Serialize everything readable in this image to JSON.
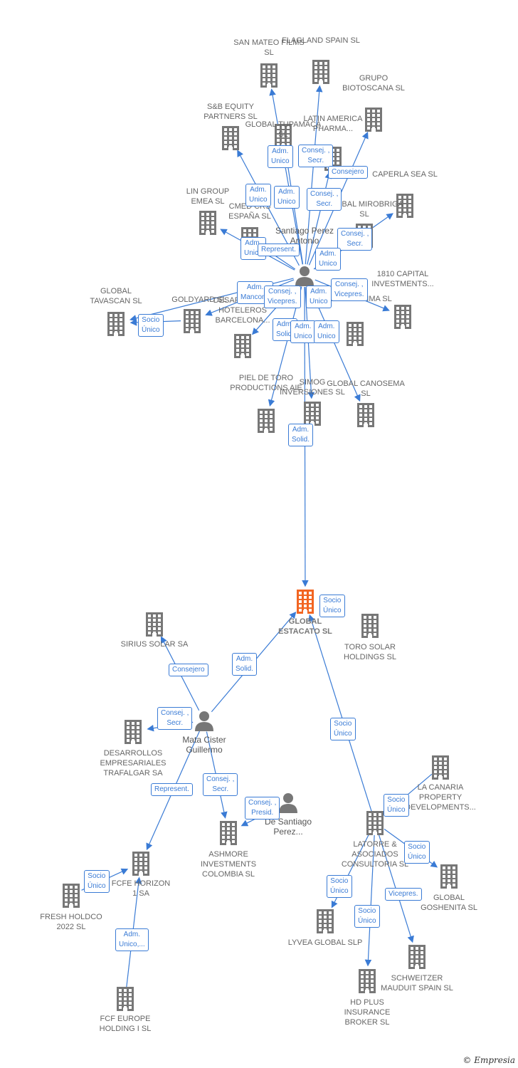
{
  "colors": {
    "company": "#777777",
    "focus": "#f26522",
    "edge": "#3a7bd5",
    "person": "#777777"
  },
  "nodes": [
    {
      "id": "san_mateo",
      "label": "SAN MATEO FILMS SL",
      "type": "company"
    },
    {
      "id": "flagland",
      "label": "FLAGLAND SPAIN SL",
      "type": "company"
    },
    {
      "id": "grupo_bio",
      "label": "GRUPO BIOTOSCANA SL",
      "type": "company"
    },
    {
      "id": "sb_equity",
      "label": "S&B EQUITY PARTNERS  SL",
      "type": "company"
    },
    {
      "id": "global_tupamaca",
      "label": "GLOBAL TUPAMACA SL",
      "type": "company"
    },
    {
      "id": "latin_america",
      "label": "LATIN AMERICA PHARMA...",
      "type": "company"
    },
    {
      "id": "caperla",
      "label": "CAPERLA SEA SL",
      "type": "company"
    },
    {
      "id": "lin_group",
      "label": "LIN GROUP EMEA  SL",
      "type": "company"
    },
    {
      "id": "cmed",
      "label": "CMED CRS ESPAÑA  SL",
      "type": "company"
    },
    {
      "id": "mirobriga",
      "label": "GLOBAL MIROBRIGA SL",
      "type": "company"
    },
    {
      "id": "santiago",
      "label": "Santiago Perez Antonio",
      "type": "person"
    },
    {
      "id": "capital1810",
      "label": "1810 CAPITAL INVESTMENTS...",
      "type": "company"
    },
    {
      "id": "tavascan",
      "label": "GLOBAL TAVASCAN  SL",
      "type": "company"
    },
    {
      "id": "goldyard",
      "label": "GOLDYARD SL",
      "type": "company"
    },
    {
      "id": "hoteleros",
      "label": "DESARROLLOS HOTELEROS BARCELONA...",
      "type": "company"
    },
    {
      "id": "calima",
      "label": "GLOBAL CALIMA SL",
      "type": "company"
    },
    {
      "id": "piel_toro",
      "label": "PIEL DE TORO PRODUCTIONS AIE",
      "type": "company"
    },
    {
      "id": "simog",
      "label": "SIMOG INVERSIONES SL",
      "type": "company"
    },
    {
      "id": "canosema",
      "label": "GLOBAL CANOSEMA SL",
      "type": "company"
    },
    {
      "id": "estacato",
      "label": "GLOBAL ESTACATO SL",
      "type": "focus"
    },
    {
      "id": "sirius",
      "label": "SIRIUS SOLAR SA",
      "type": "company"
    },
    {
      "id": "toro_solar",
      "label": "TORO SOLAR HOLDINGS  SL",
      "type": "company"
    },
    {
      "id": "trafalgar",
      "label": "DESARROLLOS EMPRESARIALES TRAFALGAR SA",
      "type": "company"
    },
    {
      "id": "mata",
      "label": "Mata Cister Guillermo",
      "type": "person"
    },
    {
      "id": "de_santiago",
      "label": "De Santiago Perez...",
      "type": "person"
    },
    {
      "id": "la_canaria",
      "label": "LA CANARIA PROPERTY DEVELOPMENTS...",
      "type": "company"
    },
    {
      "id": "latorre",
      "label": "LATORRE & ASOCIADOS CONSULTORIA SL",
      "type": "company"
    },
    {
      "id": "ashmore",
      "label": "ASHMORE INVESTMENTS COLOMBIA SL",
      "type": "company"
    },
    {
      "id": "fcfe",
      "label": "FCFE HORIZON 1 SA",
      "type": "company"
    },
    {
      "id": "fresh",
      "label": "FRESH HOLDCO 2022  SL",
      "type": "company"
    },
    {
      "id": "goshenita",
      "label": "GLOBAL GOSHENITA SL",
      "type": "company"
    },
    {
      "id": "lyvea",
      "label": "LYVEA GLOBAL  SLP",
      "type": "company"
    },
    {
      "id": "schweitzer",
      "label": "SCHWEITZER MAUDUIT SPAIN SL",
      "type": "company"
    },
    {
      "id": "hd_plus",
      "label": "HD PLUS INSURANCE BROKER  SL",
      "type": "company"
    },
    {
      "id": "fcf_europe",
      "label": "FCF EUROPE HOLDING I  SL",
      "type": "company"
    }
  ],
  "edge_labels": [
    "Adm. Unico",
    "Consej. , Secr.",
    "Consejero",
    "Adm. Unico",
    "Adm. Unico",
    "Consej. , Secr.",
    "Consej. , Secr.",
    "Adm. Unico",
    "Represent.",
    "Adm. Unico",
    "Adm. Mancom.",
    "Consej. , Vicepres.",
    "Adm. Unico",
    "Consej. , Vicepres.",
    "Socio Único",
    "Adm. Solid.",
    "Adm. Unico",
    "Adm. Unico",
    "Adm. Solid.",
    "Socio Único",
    "Adm. Solid.",
    "Consejero",
    "Consej. , Secr.",
    "Socio Único",
    "Represent.",
    "Consej. , Secr.",
    "Consej. , Presid.",
    "Socio Único",
    "Socio Único",
    "Socio Único",
    "Socio Único",
    "Vicepres.",
    "Socio Único",
    "Adm. Unico,..."
  ],
  "watermark": "© Empresia"
}
